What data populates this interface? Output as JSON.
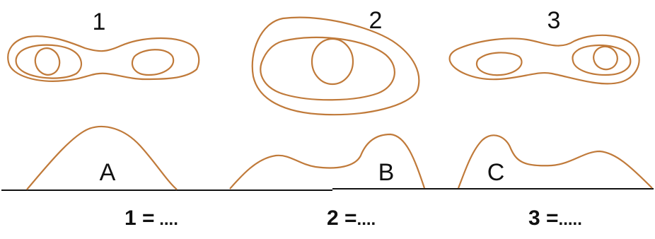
{
  "contours": [
    {
      "label": "1",
      "icon": "saddle-contour-left-peak"
    },
    {
      "label": "2",
      "icon": "single-peak-contour"
    },
    {
      "label": "3",
      "icon": "saddle-contour-right-peak"
    }
  ],
  "profiles": [
    {
      "label": "A",
      "icon": "single-hill-profile"
    },
    {
      "label": "B",
      "icon": "double-hill-right-higher-profile"
    },
    {
      "label": "C",
      "icon": "double-hill-left-higher-profile"
    }
  ],
  "answers": [
    {
      "prefix": "1 =",
      "blank": " ...."
    },
    {
      "prefix": "2 =",
      "blank": "...."
    },
    {
      "prefix": "3 =",
      "blank": "....."
    }
  ],
  "colors": {
    "contour": "#C07A3A",
    "ground": "#111111",
    "text": "#111111"
  }
}
